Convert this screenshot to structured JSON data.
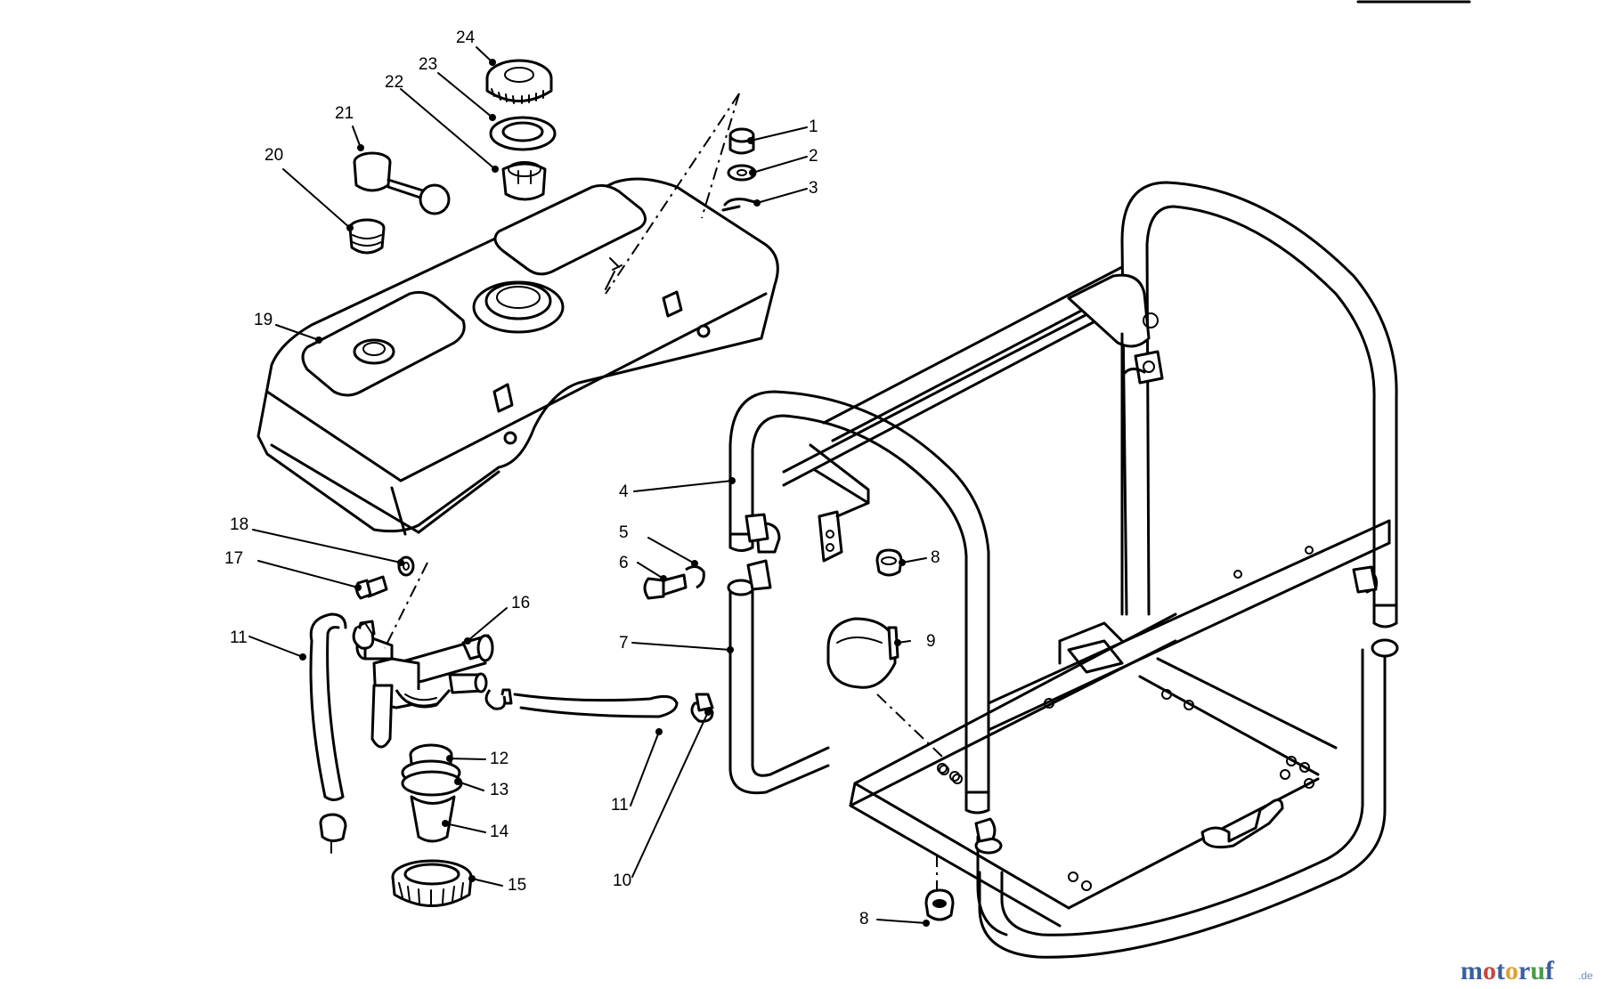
{
  "callouts": [
    {
      "label": "1"
    },
    {
      "label": "2"
    },
    {
      "label": "3"
    },
    {
      "label": "4"
    },
    {
      "label": "5"
    },
    {
      "label": "6"
    },
    {
      "label": "7"
    },
    {
      "label": "8"
    },
    {
      "label": "9"
    },
    {
      "label": "10"
    },
    {
      "label": "11"
    },
    {
      "label": "12"
    },
    {
      "label": "13"
    },
    {
      "label": "14"
    },
    {
      "label": "15"
    },
    {
      "label": "16"
    },
    {
      "label": "17"
    },
    {
      "label": "18"
    },
    {
      "label": "19"
    },
    {
      "label": "20"
    },
    {
      "label": "21"
    },
    {
      "label": "22"
    },
    {
      "label": "23"
    },
    {
      "label": "24"
    },
    {
      "label": "8"
    },
    {
      "label": "11"
    }
  ],
  "watermark": {
    "letters": [
      {
        "ch": "m",
        "color": "#3a5f9e"
      },
      {
        "ch": "o",
        "color": "#c8463c"
      },
      {
        "ch": "t",
        "color": "#3a5f9e"
      },
      {
        "ch": "o",
        "color": "#e0a030"
      },
      {
        "ch": "r",
        "color": "#3a5f9e"
      },
      {
        "ch": "u",
        "color": "#4a9a4a"
      },
      {
        "ch": "f",
        "color": "#3a5f9e"
      }
    ],
    "suffix": ".de"
  }
}
